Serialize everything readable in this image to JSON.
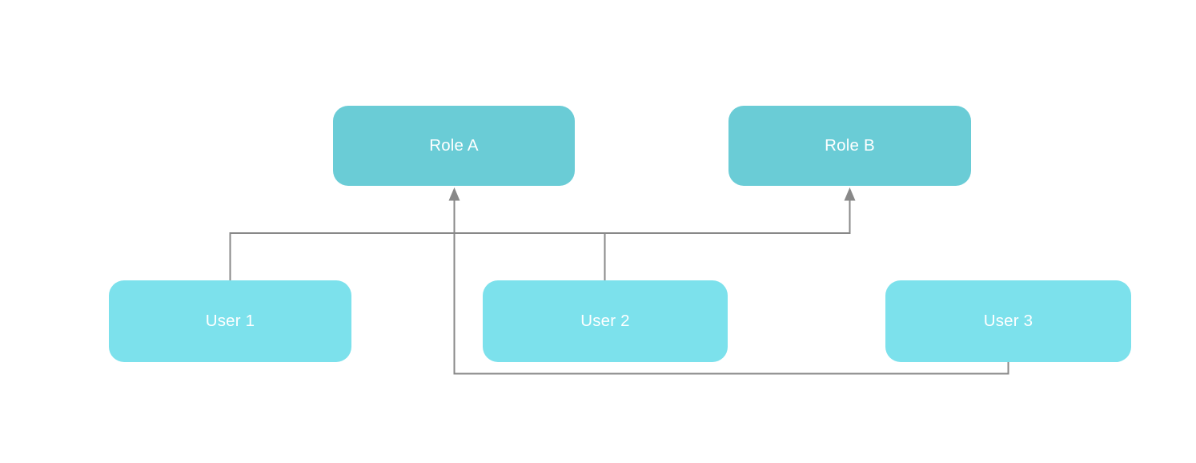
{
  "diagram": {
    "nodes": {
      "role_a": {
        "label": "Role A",
        "type": "role"
      },
      "role_b": {
        "label": "Role B",
        "type": "role"
      },
      "user_1": {
        "label": "User 1",
        "type": "user"
      },
      "user_2": {
        "label": "User 2",
        "type": "user"
      },
      "user_3": {
        "label": "User 3",
        "type": "user"
      }
    },
    "edges": [
      {
        "from": "User 1",
        "to": "Role B",
        "arrow_at": "Role B"
      },
      {
        "from": "User 2",
        "to": "Role B",
        "arrow_at": "Role B"
      },
      {
        "from": "User 3",
        "to": "Role A",
        "arrow_at": "Role A"
      }
    ],
    "colors": {
      "role_fill": "#6accd6",
      "user_fill": "#7ce1ec",
      "label_text": "#ffffff",
      "connector": "#888888",
      "background": "#ffffff"
    }
  }
}
